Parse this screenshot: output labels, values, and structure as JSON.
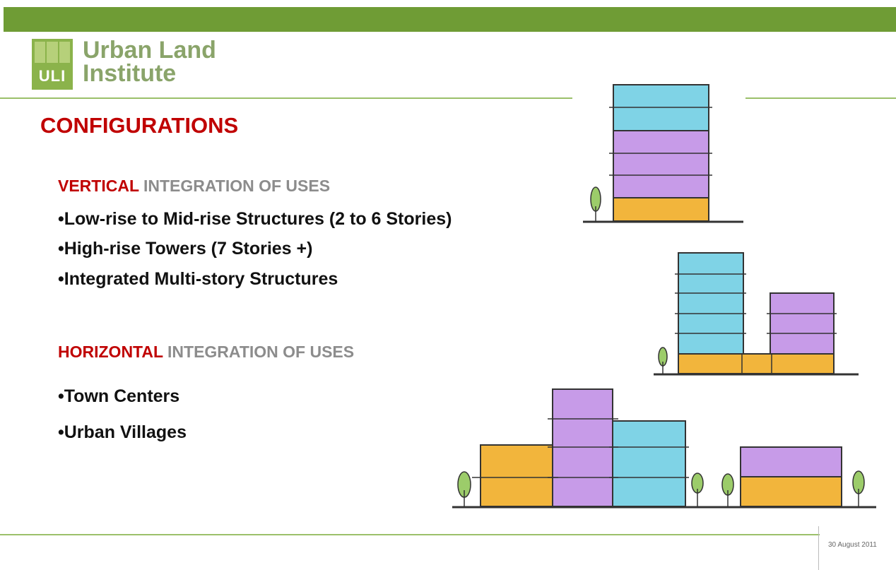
{
  "logo": {
    "mark_text": "ULI",
    "line1": "Urban Land",
    "line2": "Institute"
  },
  "title": "CONFIGURATIONS",
  "vertical": {
    "keyword": "VERTICAL",
    "rest": "INTEGRATION OF USES",
    "bullets": [
      "•Low-rise to Mid-rise Structures  (2 to 6 Stories)",
      "•High-rise Towers  (7 Stories +)",
      "•Integrated Multi-story Structures"
    ]
  },
  "horizontal": {
    "keyword": "HORIZONTAL",
    "rest": "INTEGRATION OF USES",
    "bullets": [
      "•Town Centers",
      "•Urban Villages"
    ]
  },
  "footer": {
    "date": "30 August 2011"
  },
  "colors": {
    "green_bar": "#6f9c35",
    "accent_red": "#c00000",
    "cyan": "#7fd3e6",
    "purple": "#c79be8",
    "orange": "#f2b53c"
  }
}
